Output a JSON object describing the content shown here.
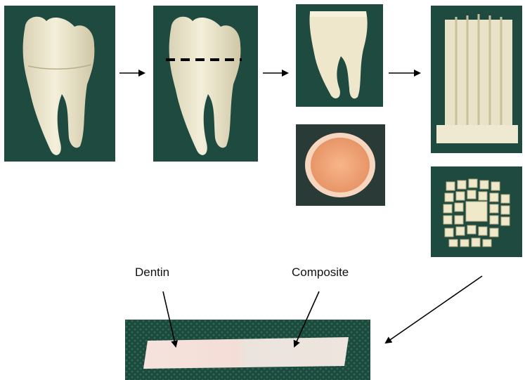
{
  "labels": {
    "dentin": "Dentin",
    "composite": "Composite"
  },
  "panels": [
    {
      "name": "intact-molar-photo",
      "subject": "extracted molar tooth"
    },
    {
      "name": "marked-molar-photo",
      "subject": "molar with cut line"
    },
    {
      "name": "crown-removed-photo",
      "subject": "crown-removed tooth with flat surface"
    },
    {
      "name": "occlusal-surface-photo",
      "subject": "exposed dentin surface, occlusal view"
    },
    {
      "name": "sectioned-slabs-photo",
      "subject": "tooth sectioned into slabs"
    },
    {
      "name": "sticks-top-view-photo",
      "subject": "sticks seen from above"
    },
    {
      "name": "specimen-stick-photo",
      "subject": "dentin-composite bonded stick"
    }
  ],
  "colors": {
    "background_green": "#1f4a40",
    "tooth_ivory": "#efe8cf",
    "dentin_orange": "#f4a67c",
    "stick_pink": "#f3dfd9",
    "arrow": "#000000"
  }
}
